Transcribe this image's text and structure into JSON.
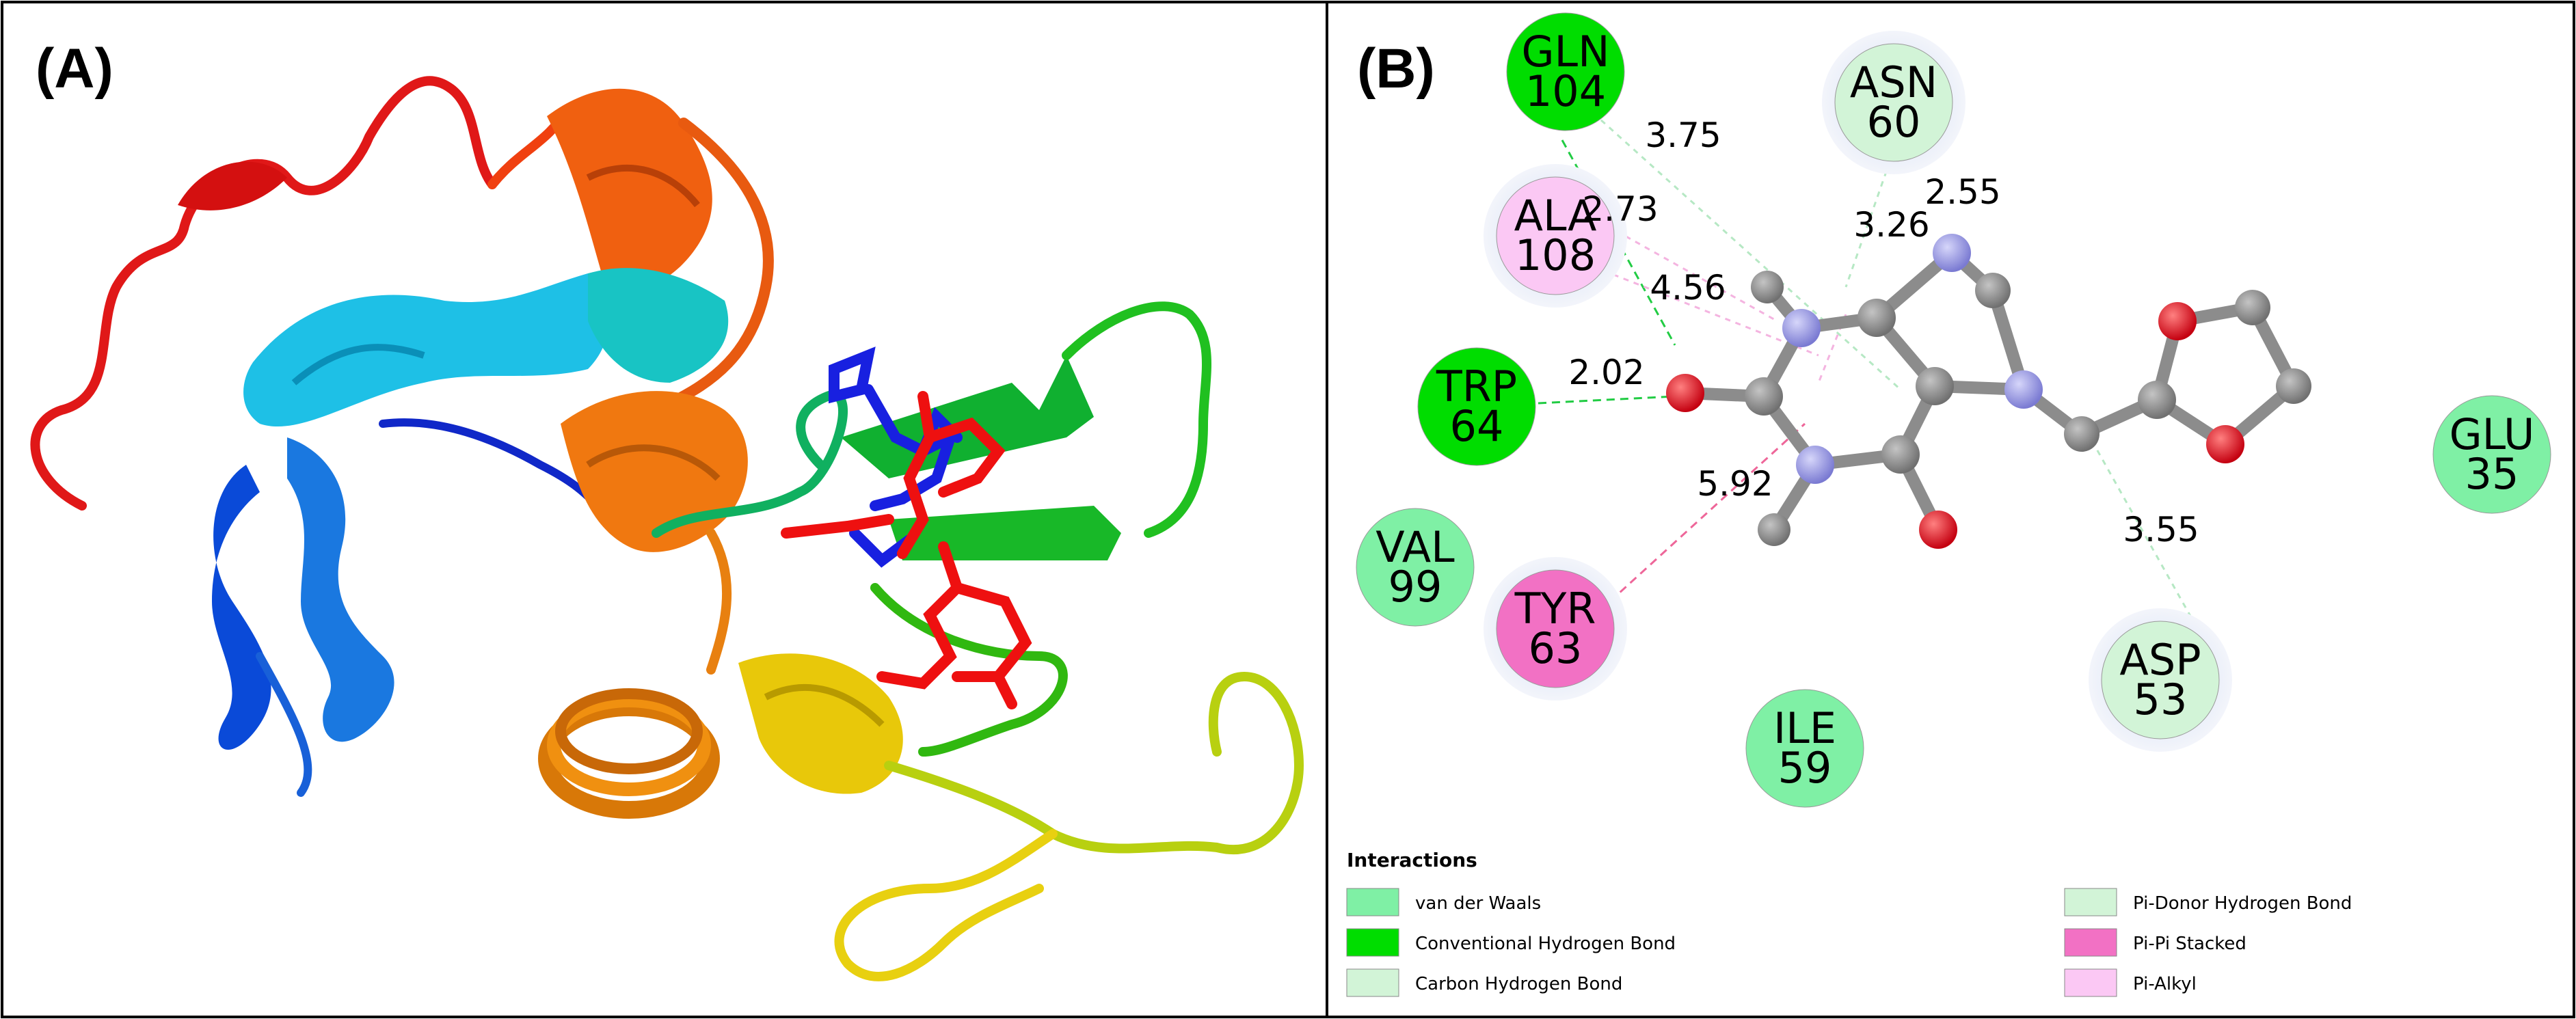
{
  "panels": {
    "a": {
      "label": "(A)"
    },
    "b": {
      "label": "(B)"
    }
  },
  "residues": [
    {
      "id": "gln104",
      "line1": "GLN",
      "line2": "104",
      "color": "#00dd00",
      "halo": false
    },
    {
      "id": "asn60",
      "line1": "ASN",
      "line2": "60",
      "color": "#d2f4d7",
      "halo": true
    },
    {
      "id": "ala108",
      "line1": "ALA",
      "line2": "108",
      "color": "#fbc8f4",
      "halo": true
    },
    {
      "id": "trp64",
      "line1": "TRP",
      "line2": "64",
      "color": "#00dd00",
      "halo": false
    },
    {
      "id": "val99",
      "line1": "VAL",
      "line2": "99",
      "color": "#7ff0a5",
      "halo": false
    },
    {
      "id": "tyr63",
      "line1": "TYR",
      "line2": "63",
      "color": "#f271c4",
      "halo": true
    },
    {
      "id": "ile59",
      "line1": "ILE",
      "line2": "59",
      "color": "#7ff0a5",
      "halo": false
    },
    {
      "id": "asp53",
      "line1": "ASP",
      "line2": "53",
      "color": "#d2f4d7",
      "halo": true
    },
    {
      "id": "glu35",
      "line1": "GLU",
      "line2": "35",
      "color": "#7ff0a5",
      "halo": false
    }
  ],
  "distances": {
    "d375": "3.75",
    "d273": "2.73",
    "d255": "2.55",
    "d326": "3.26",
    "d456": "4.56",
    "d202": "2.02",
    "d592": "5.92",
    "d355": "3.55"
  },
  "legend": {
    "title": "Interactions",
    "items": [
      {
        "label": "van der Waals",
        "color": "#7ff0a5"
      },
      {
        "label": "Conventional Hydrogen Bond",
        "color": "#00dd00"
      },
      {
        "label": "Carbon Hydrogen Bond",
        "color": "#d2f4d7"
      },
      {
        "label": "Pi-Donor Hydrogen Bond",
        "color": "#d2f4d7"
      },
      {
        "label": "Pi-Pi Stacked",
        "color": "#f271c4"
      },
      {
        "label": "Pi-Alkyl",
        "color": "#fbc8f4"
      }
    ]
  },
  "colors": {
    "carbon": "#8c8c8c",
    "nitrogen": "#9c9ce6",
    "oxygen": "#e8202a",
    "hbond": "#22cc44",
    "pi": "#ee6699",
    "frame": "#000000"
  }
}
